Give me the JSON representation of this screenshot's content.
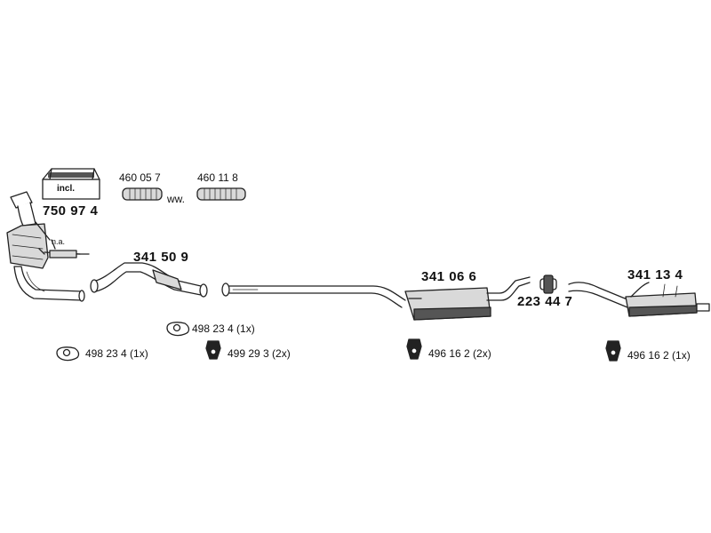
{
  "colors": {
    "line": "#222222",
    "part_fill": "#d9d9d9",
    "dark_fill": "#555555"
  },
  "labels": {
    "incl": "incl.",
    "cat_kit": "750 97 4",
    "flex_pipe_1": "460 05 7",
    "flex_pipe_2": "460 11 8",
    "ww": "ww.",
    "na": "n.a.",
    "front_pipe": "341 50 9",
    "middle_silencer": "341 06 6",
    "clamp": "223 44 7",
    "rear_silencer": "341 13 4",
    "gasket_upper": "498 23 4 (1x)",
    "gasket_lower": "498 23 4 (1x)",
    "hanger_front": "499 29 3 (2x)",
    "hanger_middle": "496 16 2 (2x)",
    "hanger_rear": "496 16 2 (1x)"
  },
  "icons": [
    "catalytic-converter-icon",
    "lambda-sensor-icon",
    "flexible-pipe-icon",
    "exhaust-pipe-icon",
    "silencer-icon",
    "clamp-icon",
    "gasket-icon",
    "rubber-hanger-icon",
    "kit-box-icon"
  ]
}
